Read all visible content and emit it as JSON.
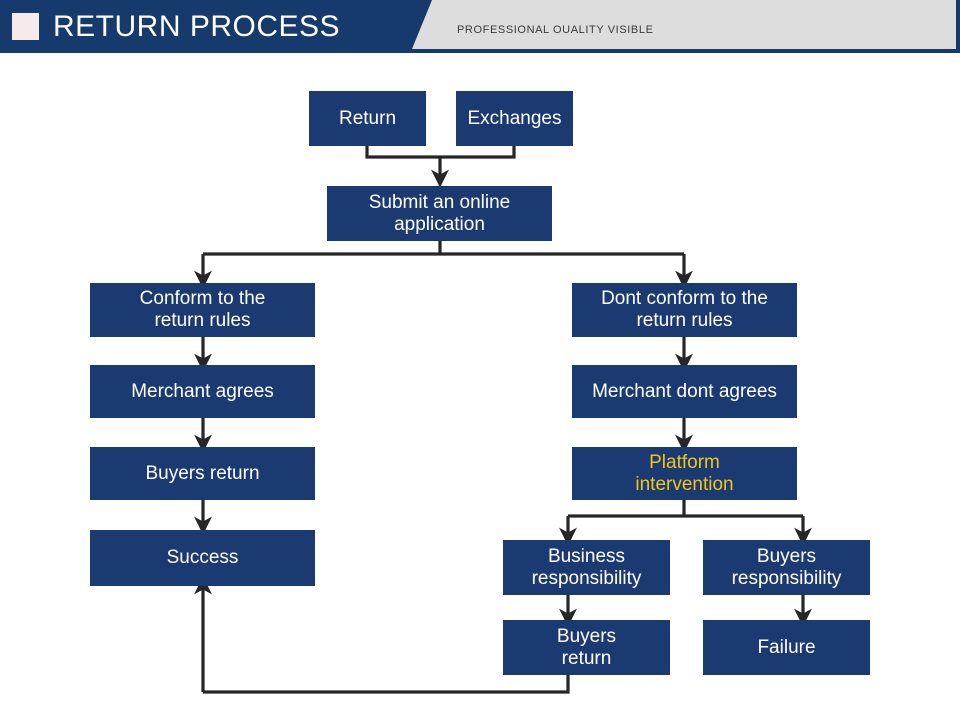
{
  "header": {
    "title": "RETURN PROCESS",
    "subtitle": "PROFESSIONAL OUALITY VISIBLE",
    "logo_icon": "square-logo-icon",
    "bar_color": "#173a6d",
    "panel_color": "#dddddd",
    "logo_color": "#f6eaea"
  },
  "diagram": {
    "type": "flowchart",
    "node_fill": "#1b3a72",
    "node_text_color": "#ffffff",
    "accent_text_color": "#f2c518",
    "connector_color": "#262626",
    "nodes": [
      {
        "id": "return",
        "label": "Return"
      },
      {
        "id": "exchanges",
        "label": "Exchanges"
      },
      {
        "id": "submit",
        "label": "Submit an online\napplication"
      },
      {
        "id": "conform",
        "label": "Conform to the\nreturn rules"
      },
      {
        "id": "merchant-agrees",
        "label": "Merchant agrees"
      },
      {
        "id": "buyers-return-left",
        "label": "Buyers return"
      },
      {
        "id": "success",
        "label": "Success"
      },
      {
        "id": "dont-conform",
        "label": "Dont conform to the\nreturn rules"
      },
      {
        "id": "merchant-dont",
        "label": "Merchant dont agrees"
      },
      {
        "id": "platform",
        "label": "Platform\nintervention"
      },
      {
        "id": "business-resp",
        "label": "Business\nresponsibility"
      },
      {
        "id": "buyers-resp",
        "label": "Buyers\nresponsibility"
      },
      {
        "id": "buyers-return-right",
        "label": "Buyers\nreturn"
      },
      {
        "id": "failure",
        "label": "Failure"
      }
    ],
    "edges": [
      {
        "from": "return",
        "to": "submit"
      },
      {
        "from": "exchanges",
        "to": "submit"
      },
      {
        "from": "submit",
        "to": "conform"
      },
      {
        "from": "submit",
        "to": "dont-conform"
      },
      {
        "from": "conform",
        "to": "merchant-agrees"
      },
      {
        "from": "merchant-agrees",
        "to": "buyers-return-left"
      },
      {
        "from": "buyers-return-left",
        "to": "success"
      },
      {
        "from": "dont-conform",
        "to": "merchant-dont"
      },
      {
        "from": "merchant-dont",
        "to": "platform"
      },
      {
        "from": "platform",
        "to": "business-resp"
      },
      {
        "from": "platform",
        "to": "buyers-resp"
      },
      {
        "from": "business-resp",
        "to": "buyers-return-right"
      },
      {
        "from": "buyers-resp",
        "to": "failure"
      },
      {
        "from": "buyers-return-right",
        "to": "success"
      }
    ]
  }
}
